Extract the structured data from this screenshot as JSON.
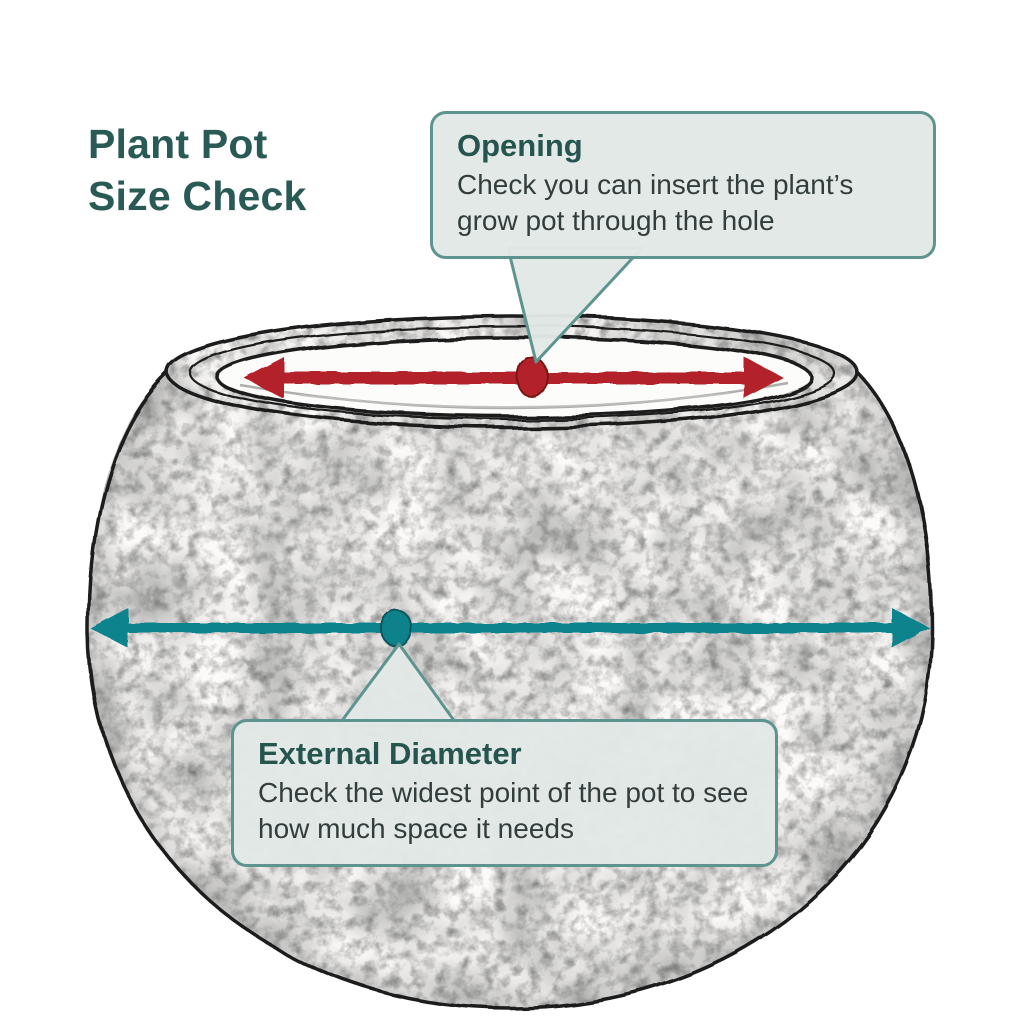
{
  "title": {
    "line1": "Plant Pot",
    "line2": "Size Check"
  },
  "callouts": {
    "opening": {
      "heading": "Opening",
      "body": "Check you can insert the plant’s grow pot through the hole"
    },
    "external_diameter": {
      "heading": "External Diameter",
      "body": "Check the widest point of the pot to see how much space it needs"
    }
  },
  "markers": {
    "opening_arrow": "opening-width-arrow",
    "external_diameter_arrow": "external-diameter-arrow"
  },
  "colors": {
    "title_text": "#2a5a55",
    "callout_border": "#5d948f",
    "callout_background": "#e2e8e5",
    "callout_heading": "#265550",
    "callout_body_text": "#323e3d",
    "opening_arrow": "#b3222a",
    "external_diameter_arrow": "#11838d",
    "sketch_outline": "#1b1b1b",
    "background": "#ffffff"
  }
}
